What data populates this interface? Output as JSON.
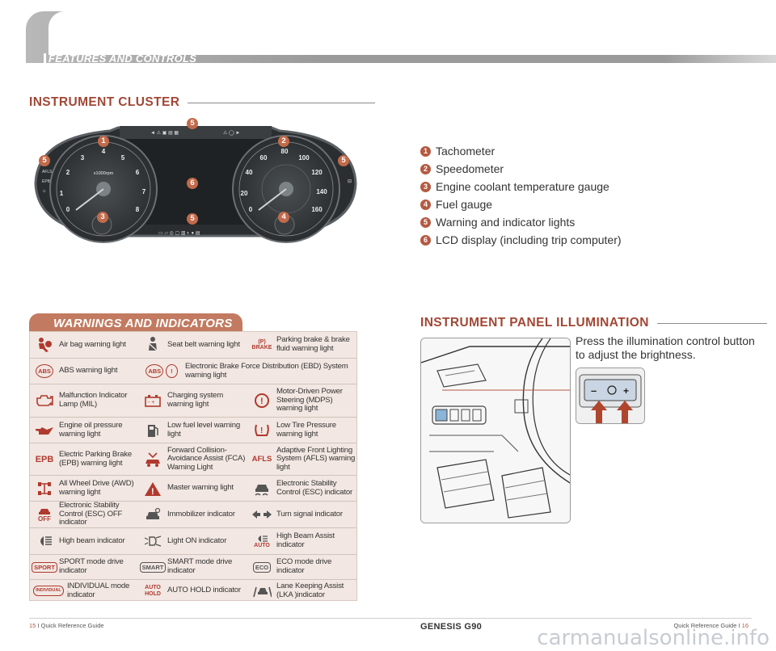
{
  "header": {
    "section": "FEATURES AND CONTROLS"
  },
  "cluster": {
    "title": "INSTRUMENT CLUSTER",
    "tach_label": "x1000rpm",
    "tach_ticks": [
      "0",
      "1",
      "2",
      "3",
      "4",
      "5",
      "6",
      "7",
      "8"
    ],
    "speed_ticks": [
      "0",
      "20",
      "40",
      "60",
      "80",
      "100",
      "120",
      "140",
      "160"
    ],
    "side_labels": [
      "AFLS",
      "EPB"
    ],
    "badges": {
      "b1": "1",
      "b2": "2",
      "b3": "3",
      "b4": "4",
      "b5": "5",
      "b6": "6"
    }
  },
  "legend": [
    {
      "num": "1",
      "label": "Tachometer"
    },
    {
      "num": "2",
      "label": "Speedometer"
    },
    {
      "num": "3",
      "label": "Engine coolant temperature gauge"
    },
    {
      "num": "4",
      "label": "Fuel gauge"
    },
    {
      "num": "5",
      "label": "Warning and indicator lights"
    },
    {
      "num": "6",
      "label": "LCD display (including trip computer)"
    }
  ],
  "warnings": {
    "title": "WARNINGS AND INDICATORS",
    "rows": [
      [
        "Air bag warning light",
        "Seat belt warning light",
        "Parking brake & brake fluid warning light"
      ],
      [
        "ABS warning light",
        "Electronic Brake Force Distribution (EBD) System warning light"
      ],
      [
        "Malfunction Indicator Lamp (MIL)",
        "Charging system warning light",
        "Motor-Driven Power Steering (MDPS) warning light"
      ],
      [
        "Engine oil pressure warning light",
        "Low fuel level warning light",
        "Low Tire Pressure warning light"
      ],
      [
        "Electric Parking Brake (EPB) warning light",
        "Forward Collision-Avoidance Assist (FCA) Warning Light",
        "Adaptive Front Lighting System (AFLS) warning light"
      ],
      [
        "All Wheel Drive (AWD) warning light",
        "Master warning light",
        "Electronic Stability Control (ESC) indicator"
      ],
      [
        "Electronic Stability Control (ESC) OFF indicator",
        "Immobilizer indicator",
        "Turn signal indicator"
      ],
      [
        "High beam indicator",
        "Light ON indicator",
        "High Beam Assist indicator"
      ],
      [
        "SPORT mode drive indicator",
        "SMART mode drive indicator",
        "ECO mode drive indicator"
      ],
      [
        "INDIVIDUAL mode indicator",
        "AUTO HOLD indicator",
        "Lane Keeping Assist (LKA )indicator"
      ]
    ],
    "icon_words": {
      "abs": "ABS",
      "epb": "EPB",
      "afls": "AFLS",
      "off": "OFF",
      "auto": "AUTO",
      "sport": "SPORT",
      "smart": "SMART",
      "eco": "ECO",
      "individual": "INDIVIDUAL",
      "autohold": "AUTO HOLD",
      "brake": "BRAKE",
      "p": "(P)"
    }
  },
  "illumination": {
    "title": "INSTRUMENT PANEL ILLUMINATION",
    "text": "Press the illumination control button to adjust the brightness.",
    "minus": "–",
    "plus": "+"
  },
  "footer": {
    "left_page": "15",
    "left_text": "I Quick Reference Guide",
    "brand": "GENESIS G90",
    "right_text": "Quick Reference Guide I",
    "right_page": "16",
    "watermark": "carmanualsonline.info"
  },
  "colors": {
    "accent": "#b45a42",
    "panel": "#f2e7e2",
    "icon_red": "#b03a2e"
  }
}
